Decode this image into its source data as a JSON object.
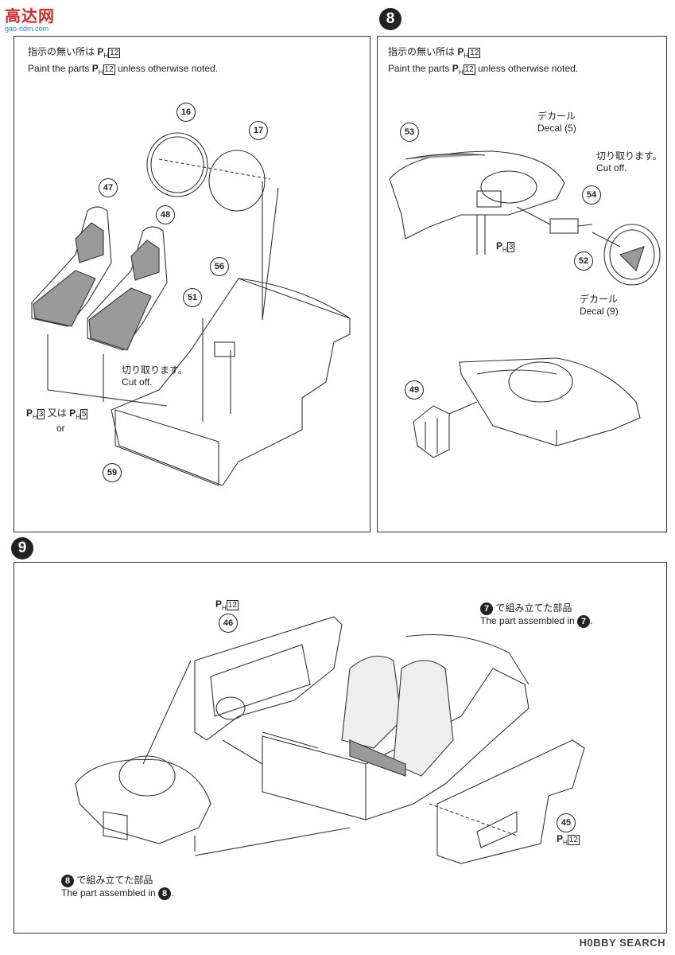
{
  "logo": {
    "cn": "高达网",
    "en": "gao-ndm.com"
  },
  "note": {
    "jp": "指示の無い所は",
    "en_prefix": "Paint the parts",
    "en_suffix": "unless otherwise noted.",
    "color": "12"
  },
  "step7": {
    "parts": {
      "p16": "16",
      "p17": "17",
      "p47": "47",
      "p48": "48",
      "p56": "56",
      "p51": "51",
      "p59": "59"
    },
    "cut_jp": "切り取ります。",
    "cut_en": "Cut off.",
    "seat_paint": {
      "c1": "3",
      "jp_or": "又は",
      "en_or": "or",
      "c2": "5"
    }
  },
  "step8": {
    "badge": "8",
    "parts": {
      "p53": "53",
      "p54": "54",
      "p52": "52",
      "p49": "49"
    },
    "decal_top_jp": "デカール",
    "decal_top_en": "Decal",
    "decal_top_no": "5",
    "decal_bot_jp": "デカール",
    "decal_bot_en": "Decal",
    "decal_bot_no": "9",
    "cut_jp": "切り取ります。",
    "cut_en": "Cut off.",
    "dash_paint": "3"
  },
  "step9": {
    "badge": "9",
    "parts": {
      "p46": "46",
      "p45": "45"
    },
    "paint_46": "12",
    "paint_45": "12",
    "asm7_jp": "で組み立てた部品",
    "asm7_en": "The part assembled in",
    "asm7_no": "7",
    "asm8_jp": "で組み立てた部品",
    "asm8_en": "The part assembled in",
    "asm8_no": "8"
  },
  "watermark": "H0BBY SEARCH"
}
